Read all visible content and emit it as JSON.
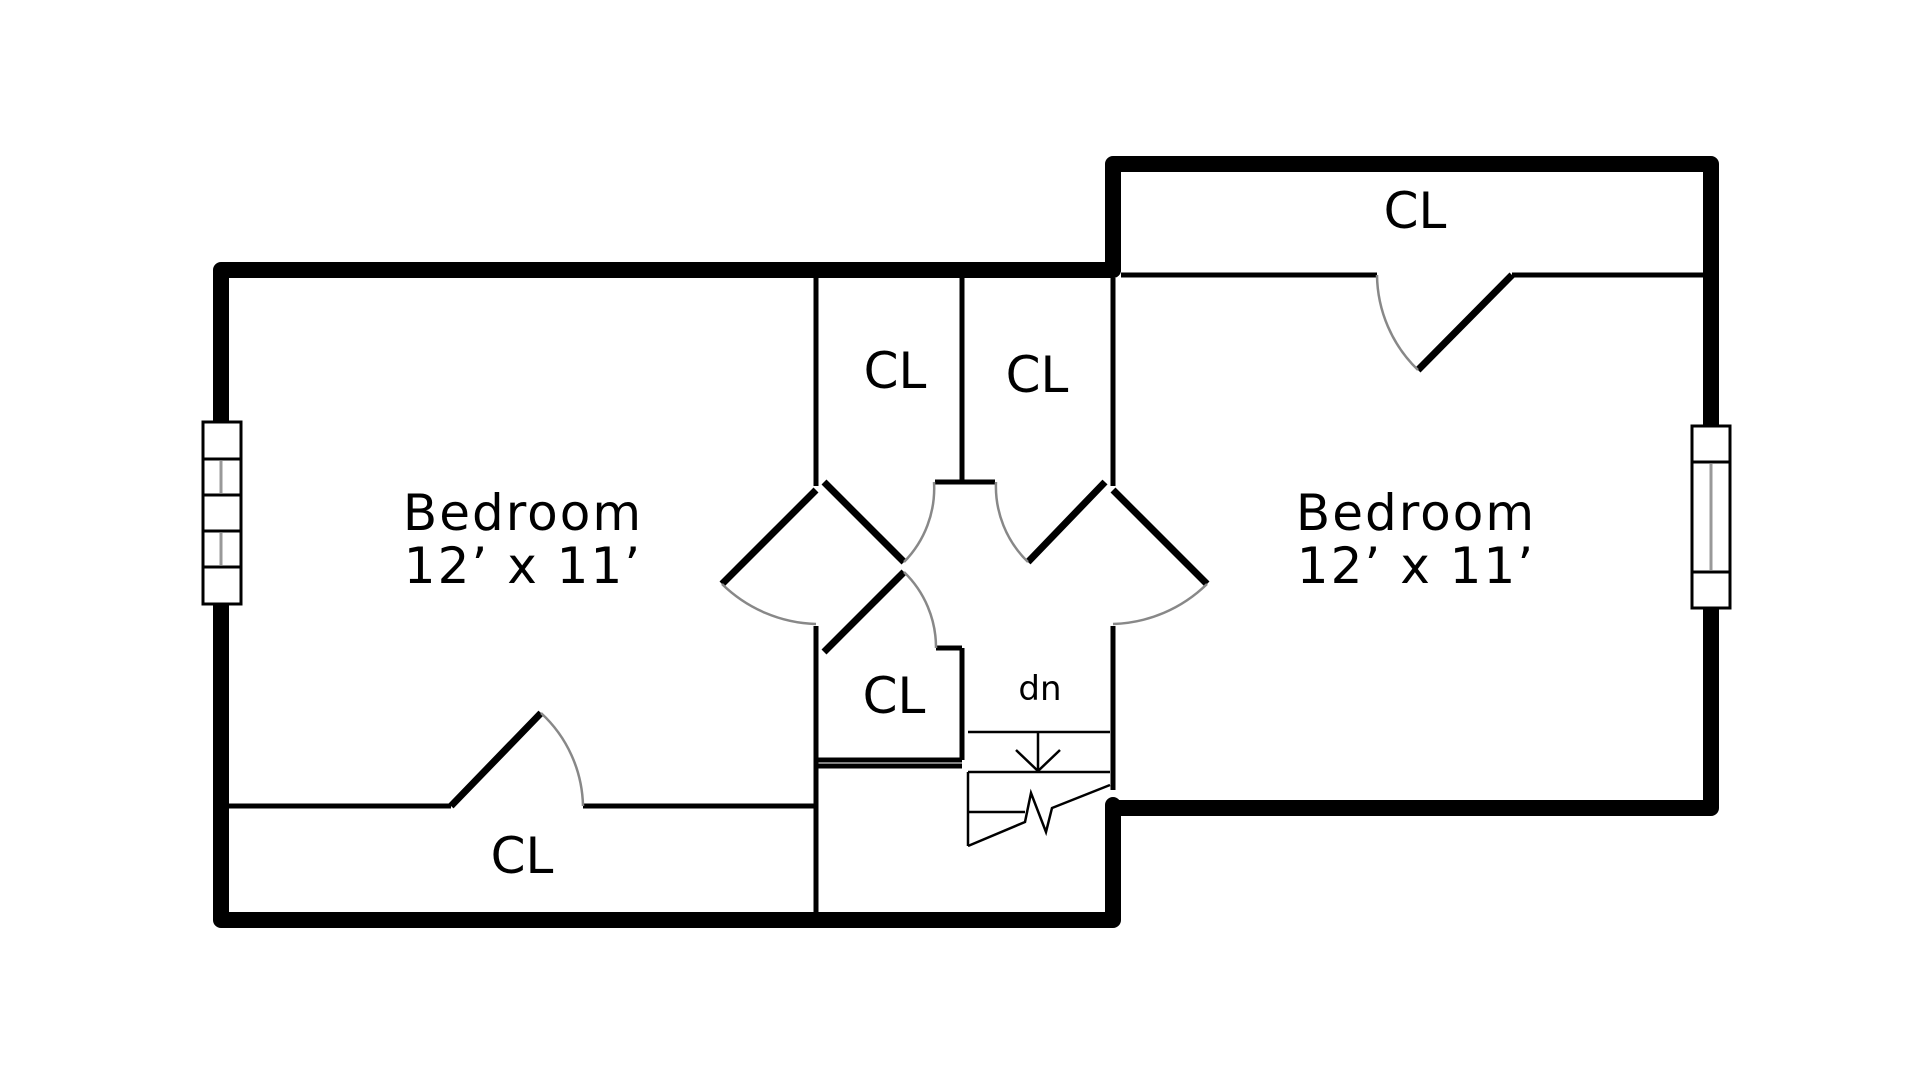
{
  "rooms": {
    "left_bedroom": {
      "name": "Bedroom",
      "size": "12’ x 11’"
    },
    "right_bedroom": {
      "name": "Bedroom",
      "size": "12’ x 11’"
    }
  },
  "closets": {
    "top_right": "CL",
    "center_left": "CL",
    "center_right": "CL",
    "center_lower": "CL",
    "bottom_left": "CL"
  },
  "stairs": {
    "direction_label": "dn"
  }
}
